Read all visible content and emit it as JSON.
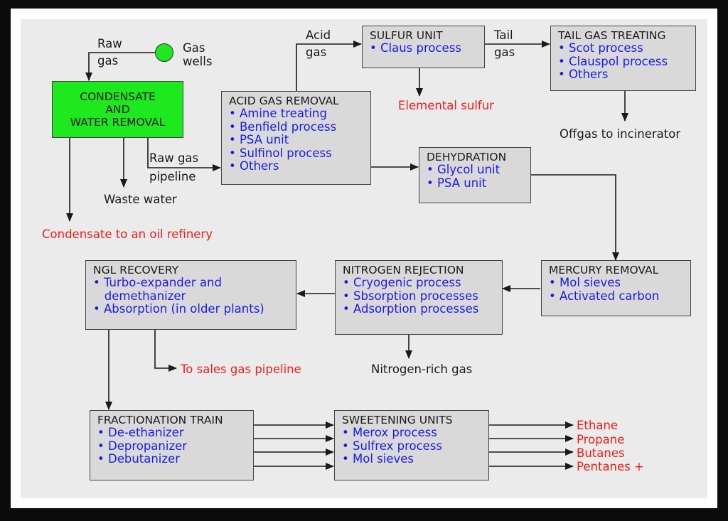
{
  "labels": {
    "raw_gas_top": "Raw",
    "raw_gas_bottom": "gas",
    "gas_wells_top": "Gas",
    "gas_wells_bottom": "wells",
    "acid_gas_top": "Acid",
    "acid_gas_bottom": "gas",
    "tail_gas_top": "Tail",
    "tail_gas_bottom": "gas",
    "raw_gas_pipeline_top": "Raw gas",
    "raw_gas_pipeline_bottom": "pipeline",
    "elemental_sulfur": "Elemental sulfur",
    "offgas": "Offgas to incinerator",
    "waste_water": "Waste water",
    "condensate_refinery": "Condensate to an oil refinery",
    "sales_gas": "To sales gas pipeline",
    "nitrogen_rich": "Nitrogen-rich gas",
    "ethane": "Ethane",
    "propane": "Propane",
    "butanes": "Butanes",
    "pentanes": "Pentanes +"
  },
  "boxes": {
    "condensate": {
      "title_lines": [
        "CONDENSATE",
        "AND",
        "WATER REMOVAL"
      ]
    },
    "acid_gas_removal": {
      "title": "ACID GAS REMOVAL",
      "items": [
        "Amine treating",
        "Benfield process",
        "PSA unit",
        "Sulfinol process",
        "Others"
      ]
    },
    "sulfur_unit": {
      "title": "SULFUR UNIT",
      "items": [
        "Claus process"
      ]
    },
    "tail_gas": {
      "title": "TAIL GAS TREATING",
      "items": [
        "Scot process",
        "Clauspol process",
        "Others"
      ]
    },
    "dehydration": {
      "title": "DEHYDRATION",
      "items": [
        "Glycol unit",
        "PSA unit"
      ]
    },
    "mercury": {
      "title": "MERCURY REMOVAL",
      "items": [
        "Mol sieves",
        "Activated carbon"
      ]
    },
    "nitrogen": {
      "title": "NITROGEN REJECTION",
      "items": [
        "Cryogenic process",
        "Sbsorption processes",
        "Adsorption processes"
      ]
    },
    "ngl": {
      "title": "NGL RECOVERY",
      "item1": "Turbo-expander and",
      "item1_cont": "demethanizer",
      "item2": "Absorption (in older plants)"
    },
    "fractionation": {
      "title": "FRACTIONATION TRAIN",
      "items": [
        "De-ethanizer",
        "Depropanizer",
        "Debutanizer"
      ]
    },
    "sweetening": {
      "title": "SWEETENING UNITS",
      "items": [
        "Merox process",
        "Sulfrex process",
        "Mol sieves"
      ]
    }
  },
  "colors": {
    "background": "#ebebeb",
    "box_fill": "#d9d9d9",
    "condensate_fill": "#1ee81e",
    "item_text": "#1a1aee",
    "product_text": "#ee1c1c",
    "frame": "#0b0b0b"
  }
}
